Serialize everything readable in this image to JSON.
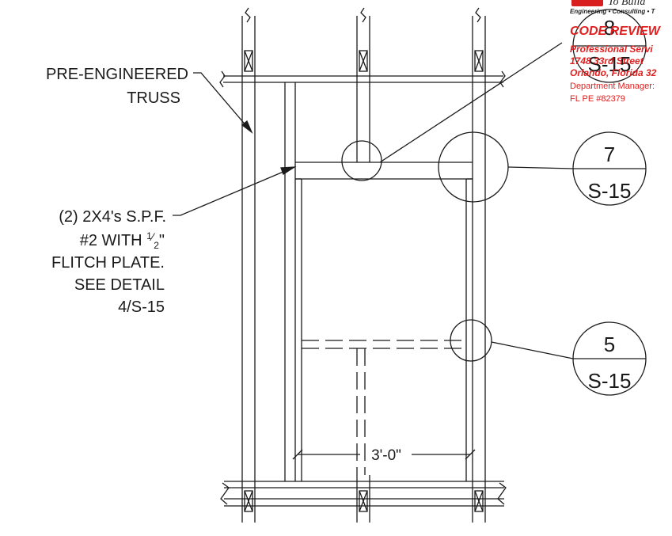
{
  "notes": {
    "truss_line1": "PRE-ENGINEERED",
    "truss_line2": "TRUSS",
    "header_line1": "(2) 2X4's S.P.F.",
    "header_line2_pre": "#2 WITH ",
    "header_line2_frac_num": "1",
    "header_line2_frac_den": "2",
    "header_line2_post": "\"",
    "header_line3": "FLITCH PLATE.",
    "header_line4": "SEE DETAIL",
    "header_line5": "4/S-15"
  },
  "dimension": {
    "opening_width": "3'-0\""
  },
  "detail_callouts": [
    {
      "detail": "8",
      "sheet": "S-15"
    },
    {
      "detail": "7",
      "sheet": "S-15"
    },
    {
      "detail": "5",
      "sheet": "S-15"
    }
  ],
  "review_stamp": {
    "brand": "To Build",
    "tagline": "Engineering • Consulting • T",
    "title": "CODE REVIEW",
    "line1": "Professional Servi",
    "line2": "1748 33rd Street",
    "line3": "Orlando, Florida 32",
    "line4": "Department Manager:",
    "line5": "FL PE #82379",
    "colors": {
      "stamp_red": "#e02020"
    }
  },
  "colors": {
    "linework": "#1a1a1a",
    "background": "#ffffff"
  }
}
